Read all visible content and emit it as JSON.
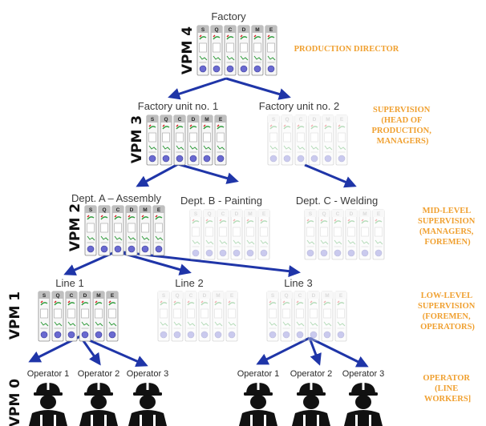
{
  "levels": [
    {
      "label": "VPM 4",
      "roles": [
        "PRODUCTION DIRECTOR"
      ]
    },
    {
      "label": "VPM 3",
      "roles": [
        "SUPERVISION",
        "(HEAD OF",
        "PRODUCTION,",
        "MANAGERS)"
      ]
    },
    {
      "label": "VPM 2",
      "roles": [
        "MID-LEVEL",
        "SUPERVISION",
        "(MANAGERS,",
        "FOREMEN)"
      ]
    },
    {
      "label": "VPM 1",
      "roles": [
        "LOW-LEVEL",
        "SUPERVISION",
        "(FOREMEN,",
        "OPERATORS)"
      ]
    },
    {
      "label": "VPM 0",
      "roles": [
        "OPERATOR",
        "(LINE",
        "WORKERS]"
      ]
    }
  ],
  "units": [
    {
      "label": "Factory",
      "active": true
    },
    {
      "label": "Factory unit no. 1",
      "active": true
    },
    {
      "label": "Factory unit no. 2",
      "active": false
    },
    {
      "label": "Dept. A – Assembly",
      "active": true
    },
    {
      "label": "Dept. B - Painting",
      "active": false
    },
    {
      "label": "Dept. C - Welding",
      "active": false
    },
    {
      "label": "Line 1",
      "active": true
    },
    {
      "label": "Line 2",
      "active": false
    },
    {
      "label": "Line 3",
      "active": false
    }
  ],
  "module_letters": [
    "S",
    "Q",
    "C",
    "D",
    "M",
    "E"
  ],
  "operators": [
    {
      "label": "Operator 1"
    },
    {
      "label": "Operator 2"
    },
    {
      "label": "Operator 3"
    },
    {
      "label": "Operator 1"
    },
    {
      "label": "Operator 2"
    },
    {
      "label": "Operator 3"
    }
  ],
  "colors": {
    "arrow": "#1f35a8",
    "role_text": "#f0a030",
    "worker": "#111111",
    "module_active_header": "#bfbfbf",
    "module_inactive_header": "#ececec"
  }
}
